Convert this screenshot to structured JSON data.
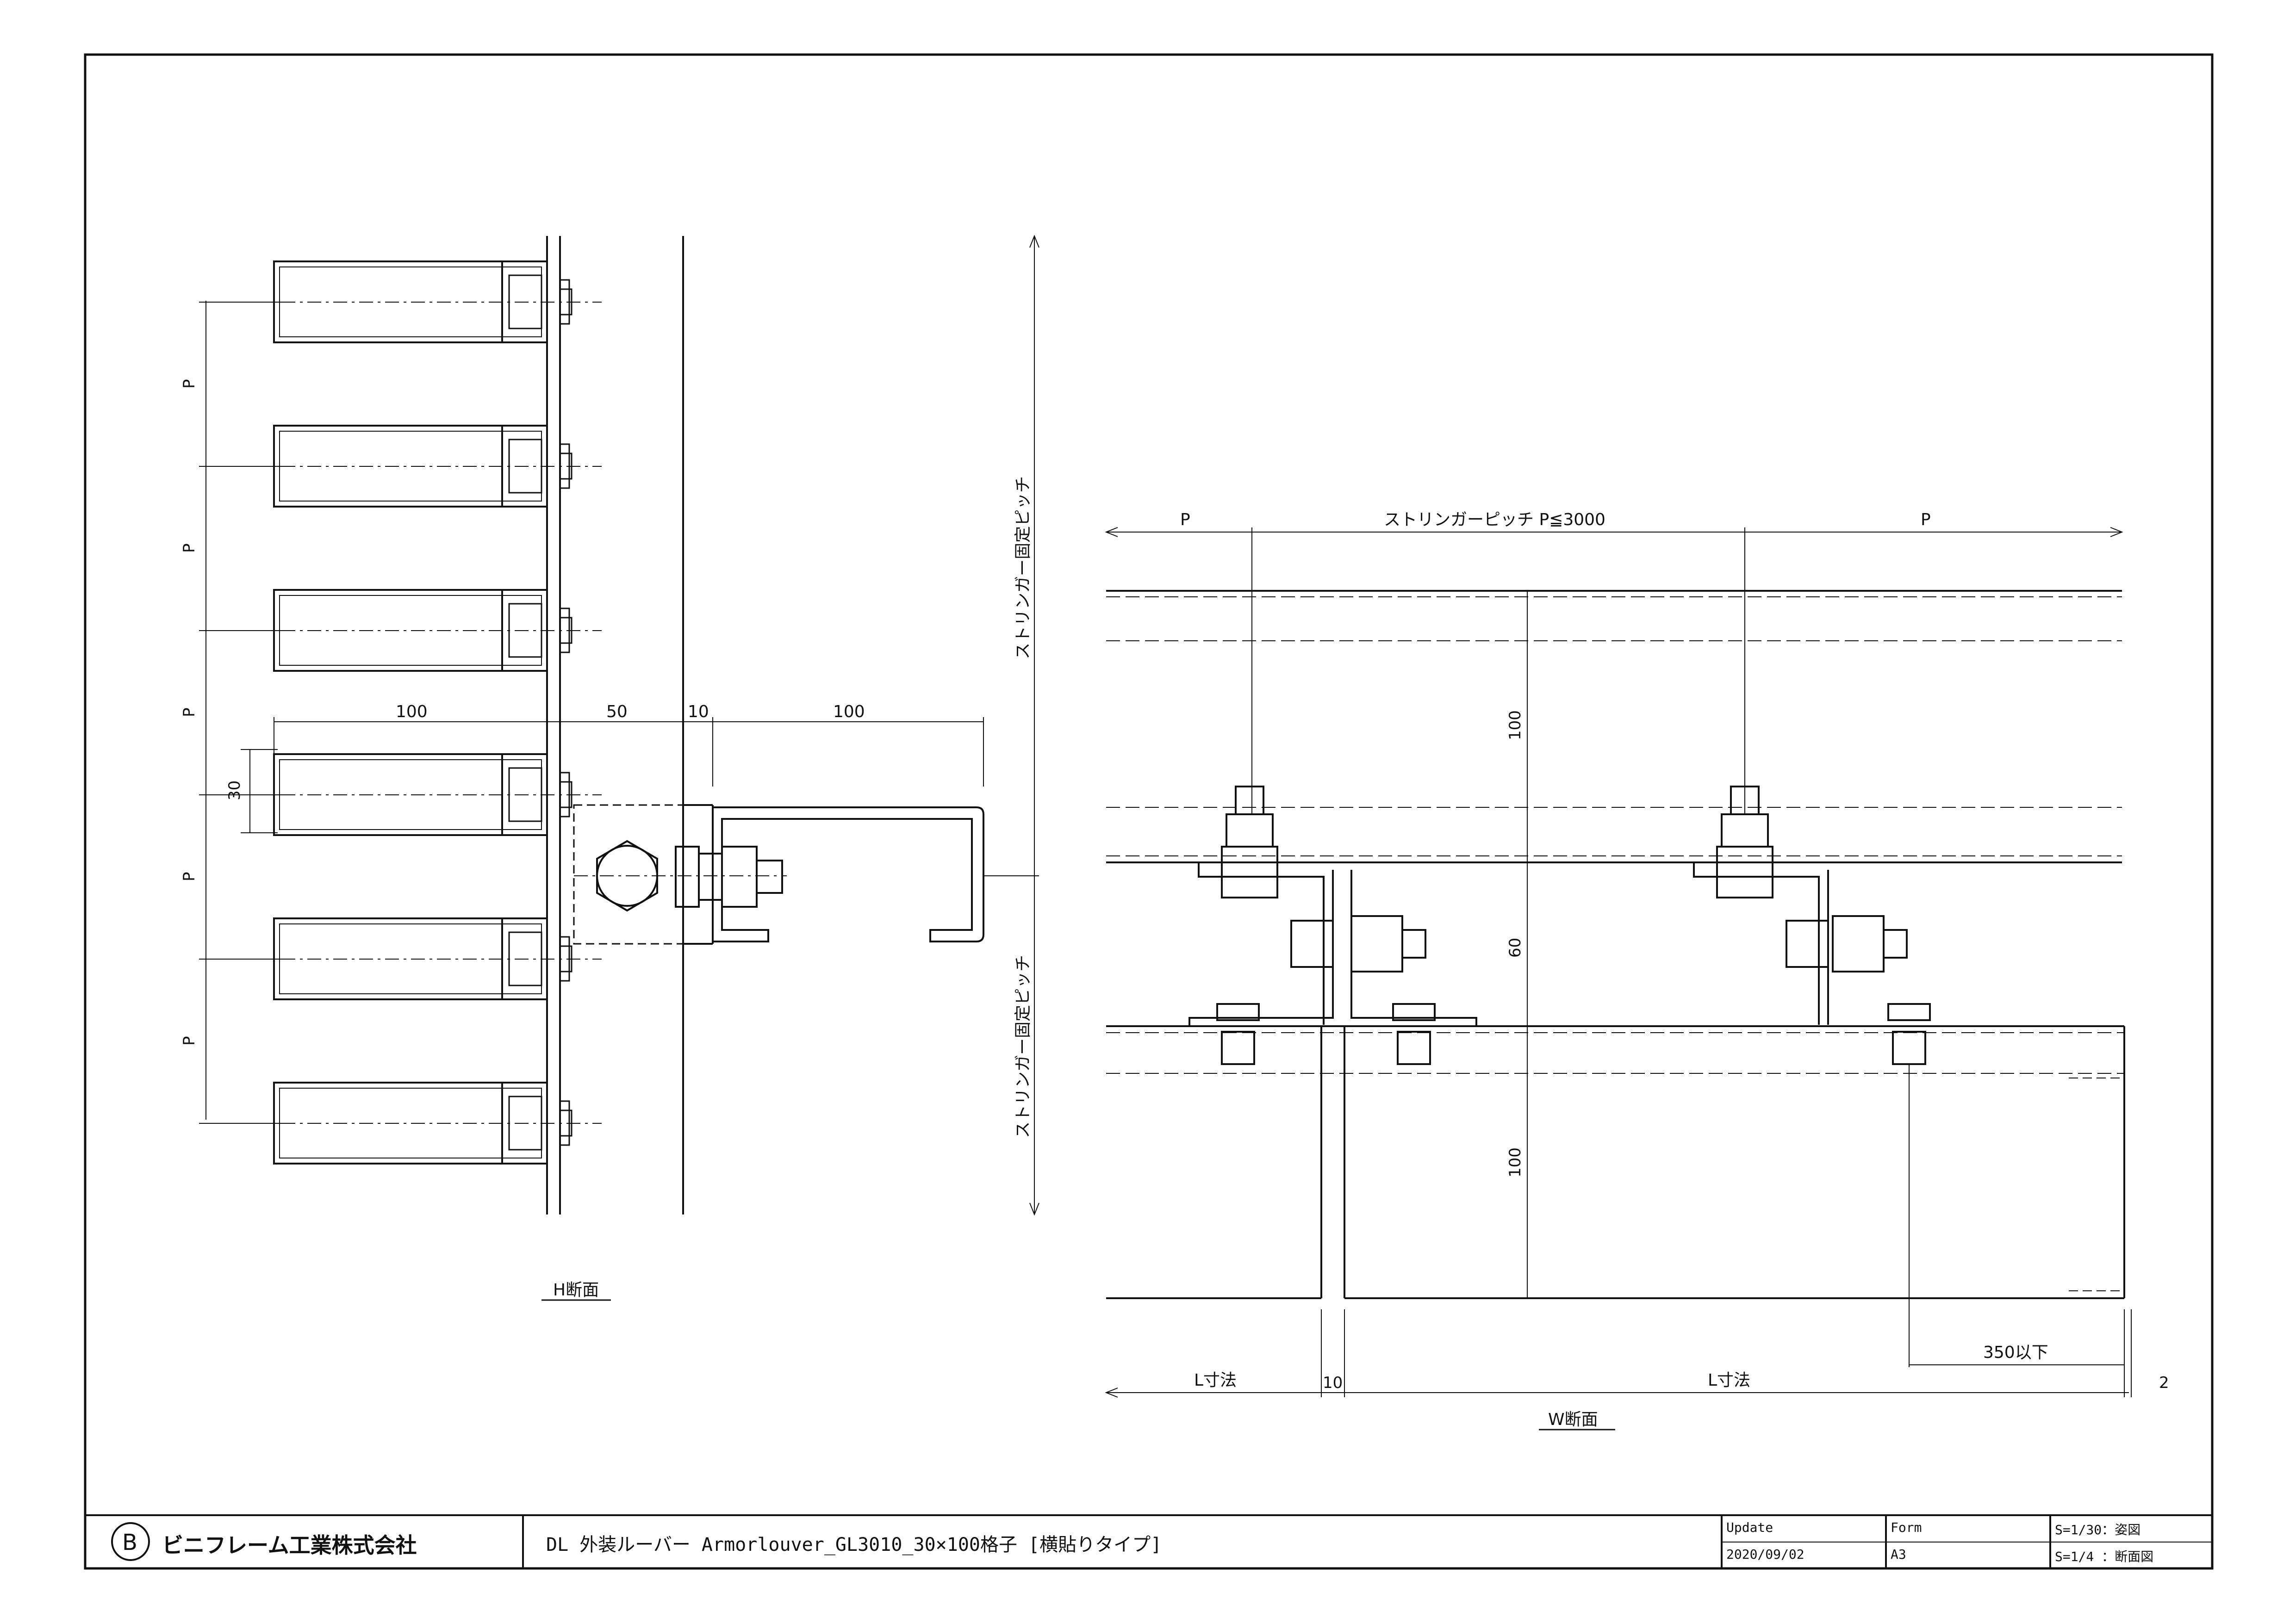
{
  "drawing": {
    "h_section_label": "H断面",
    "w_section_label": "W断面",
    "h_dims": {
      "pitch_label": "P",
      "slat_height": "30",
      "slat_depth": "100",
      "gap_50": "50",
      "gap_10": "10",
      "bracket_depth": "100"
    },
    "vertical_pitch_upper": "ストリンガー固定ピッチ",
    "vertical_pitch_lower": "ストリンガー固定ピッチ",
    "w_dims": {
      "left_p": "P",
      "stringer_pitch": "ストリンガーピッチ P≦3000",
      "right_p": "P",
      "height_upper": "100",
      "height_mid": "60",
      "height_lower": "100",
      "overhang": "350以下",
      "l_left": "L寸法",
      "gap": "10",
      "l_right": "L寸法",
      "end_gap": "2"
    }
  },
  "title_block": {
    "company": "ビニフレーム工業株式会社",
    "logo_glyph": "B",
    "title": "DL 外装ルーバー Armorlouver_GL3010_30×100格子 [横貼りタイプ]",
    "update_label": "Update",
    "update_date": "2020/09/02",
    "form_label": "Form",
    "form_value": "A3",
    "scale_1": "S=1/30：姿図",
    "scale_2": "S=1/4 ：断面図"
  }
}
